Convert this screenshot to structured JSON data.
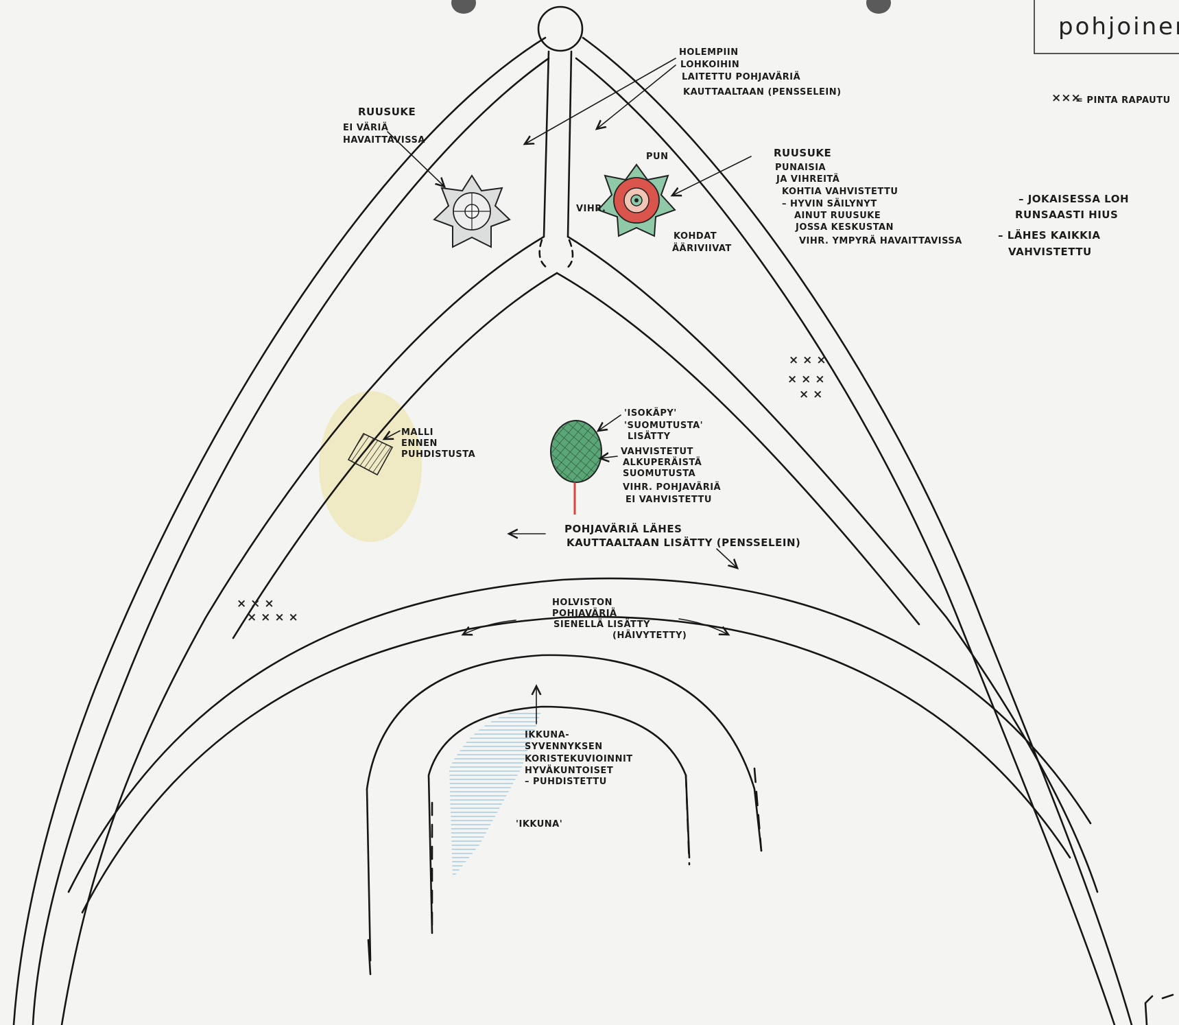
{
  "legend_box": {
    "text": "pohjoinen"
  },
  "legend_key": {
    "symbol": "×××",
    "text": "= PINTA RAPAUTU"
  },
  "side_notes": [
    "– JOKAISESSA LOH",
    "RUNSAASTI HIUS",
    "– LÄHES KAIKKIA",
    "VAHVISTETTU"
  ],
  "annotations": {
    "ribs_note": [
      "HOLEMPIIN",
      "LOHKOIHIN",
      "LAITETTU POHJAVÄRIÄ",
      "KAUTTAALTAAN (PENSSELEIN)"
    ],
    "rosette_left": [
      "RUUSUKE",
      "EI VÄRIÄ",
      "HAVAITTAVISSA"
    ],
    "rosette_right": [
      "RUUSUKE",
      "PUNAISIA",
      "JA VIHREITÄ",
      "KOHTIA VAHVISTETTU",
      "– HYVIN SÄILYNYT",
      "AINUT RUUSUKE",
      "JOSSA KESKUSTAN",
      "VIHR. YMPYRÄ HAVAITTAVISSA"
    ],
    "rosette_right_pun": "PUN",
    "rosette_right_vihr": "VIHR.",
    "rosette_right_kohdat": [
      "KOHDAT",
      "ÄÄRIVIIVAT"
    ],
    "sample": [
      "MALLI",
      "ENNEN",
      "PUHDISTUSTA"
    ],
    "tree_top": [
      "'ISOKÄPY'",
      "'SUOMUTUSTA'",
      "LISÄTTY"
    ],
    "tree_side": [
      "VAHVISTETUT",
      "ALKUPERÄISTÄ",
      "SUOMUTUSTA",
      "VIHR. POHJAVÄRIÄ",
      "EI VAHVISTETTU"
    ],
    "ground_colour": [
      "POHJAVÄRIÄ LÄHES",
      "KAUTTAALTAAN LISÄTTY (PENSSELEIN)"
    ],
    "vault_colour": [
      "HOLVISTON",
      "POHJAVÄRIÄ",
      "SIENELLÄ LISÄTTY",
      "(HÄIVYTETTY)"
    ],
    "window_note": [
      "IKKUNA-",
      "SYVENNYKSEN",
      "KORISTEKUVIOINNIT",
      "HYVÄKUNTOISET",
      "– PUHDISTETTU"
    ],
    "window_label": "'IKKUNA'"
  },
  "colors": {
    "ink": "#161616",
    "rosette_red": "#d9544a",
    "rosette_green": "#8fc9a8",
    "tree_green": "#5aa676",
    "tree_trunk": "#d9443b",
    "window_blue": "#aecfe8",
    "ochre_stain": "#efe7b4"
  }
}
